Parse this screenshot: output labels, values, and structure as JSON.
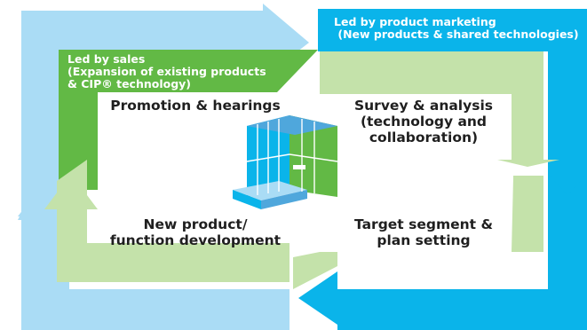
{
  "sales_box": {
    "label": "Led by sales\n(Expansion of existing products\n& CIP® technology)"
  },
  "marketing_box": {
    "label": "Led by product marketing\n (New products & shared technologies)"
  },
  "stages": {
    "promotion": "Promotion & hearings",
    "survey": "Survey & analysis\n(technology and\ncollaboration)",
    "target": "Target segment &\nplan setting",
    "development": "New product/\nfunction development"
  },
  "colors": {
    "outer_light_blue": "#aadcf5",
    "outer_blue": "#0ab4ea",
    "inner_green": "#62b945",
    "inner_light_green": "#c4e2aa"
  },
  "center_icon": "modular-block-product-icon"
}
